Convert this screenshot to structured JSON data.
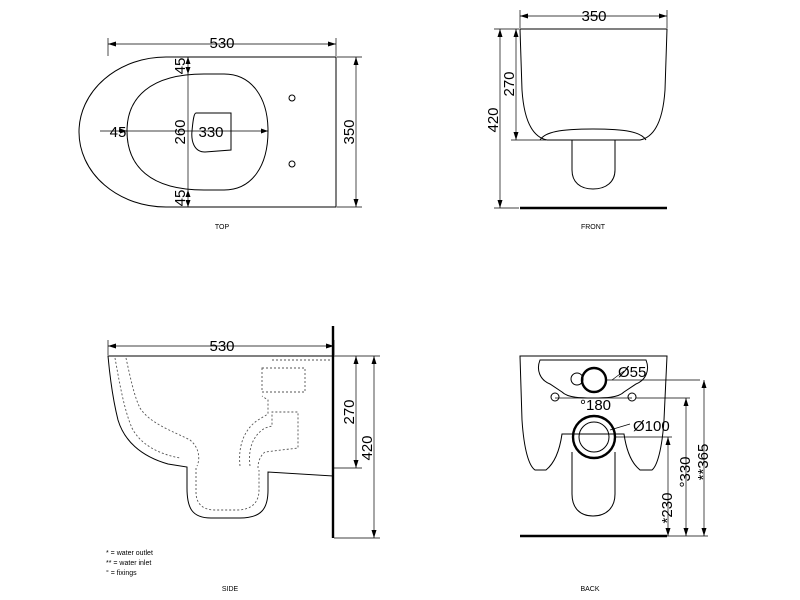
{
  "views": {
    "top": {
      "caption": "TOP",
      "length": "530",
      "width": "350",
      "rim_top": "45",
      "rim_bottom": "45",
      "rim_front": "45",
      "bowl_width": "260",
      "bowl_length": "330"
    },
    "front": {
      "caption": "FRONT",
      "width": "350",
      "rim_height": "270",
      "height": "420"
    },
    "side": {
      "caption": "SIDE",
      "length": "530",
      "rim_height": "270",
      "height": "420"
    },
    "back": {
      "caption": "BACK",
      "outlet_upper": "Ø55",
      "spacing": "°180",
      "outlet_lower": "Ø100",
      "h230": "*230",
      "h330": "°330",
      "h365": "**365"
    }
  },
  "legend": [
    "* = water outlet",
    "** = water inlet",
    "° = fixings"
  ],
  "colors": {
    "line": "#000000",
    "dashed": "#555555",
    "background": "#ffffff"
  }
}
